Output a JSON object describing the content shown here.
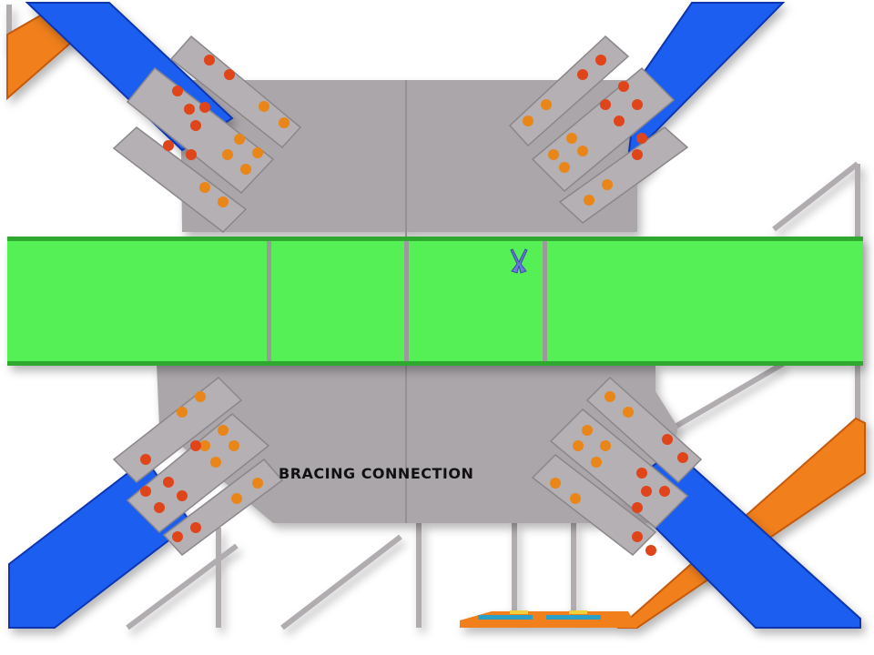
{
  "diagram": {
    "title": "BRACING CONNECTION",
    "type": "3D steel structure model - plan view of gusset plate bracing connection",
    "colors": {
      "background": "#ffffff",
      "gusset_plate": "#aaa6aa",
      "splice_plate": "#b4b0b4",
      "beam": "#55f055",
      "beam_edge": "#2fa82f",
      "brace": "#1f5ff0",
      "brace_edge": "#0d36b0",
      "bolt_orange": "#e8861a",
      "bolt_red": "#e0441a",
      "secondary_member": "#f07f1a",
      "column_frame": "#b0acb0"
    },
    "elements": {
      "beam": {
        "label": "horizontal-wide-flange-beam",
        "stiffeners": 3
      },
      "braces": [
        "top-left",
        "top-right",
        "bottom-left",
        "bottom-right"
      ],
      "splice_plates_per_brace": 3,
      "cursor_icon": "scissors-icon"
    }
  }
}
